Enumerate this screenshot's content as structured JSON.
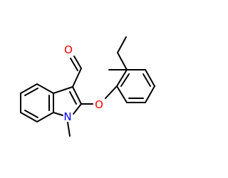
{
  "molecule": {
    "atoms": {
      "oxygen_carbonyl": {
        "symbol": "O",
        "color": "#ff0000"
      },
      "oxygen_ether": {
        "symbol": "O",
        "color": "#ff0000"
      },
      "nitrogen_indole": {
        "symbol": "N",
        "color": "#0000ff"
      }
    },
    "bond_color": "#000000",
    "background": "#ffffff"
  }
}
